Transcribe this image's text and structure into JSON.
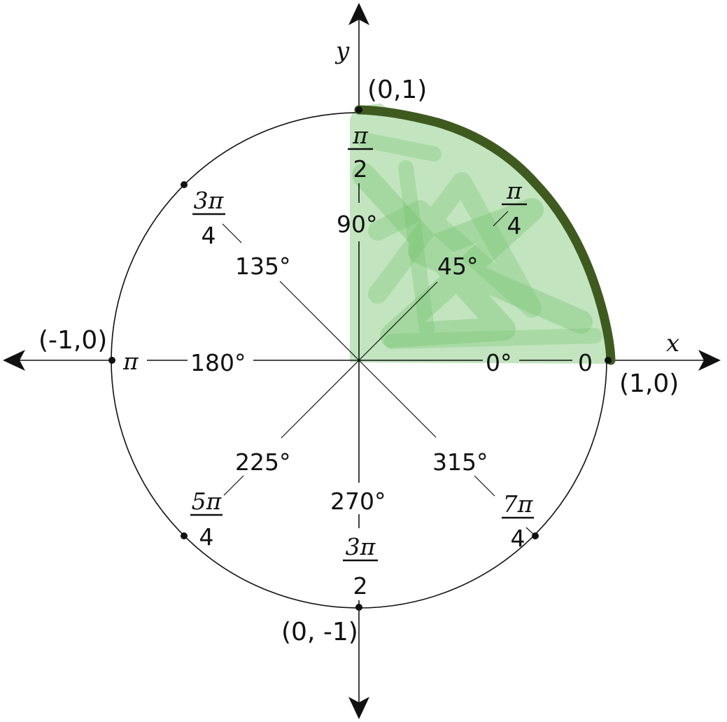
{
  "diagram": {
    "axes": {
      "x_label": "x",
      "y_label": "y"
    },
    "points": {
      "top": "(0,1)",
      "right": "(1,0)",
      "left": "(-1,0)",
      "bottom": "(0, -1)"
    },
    "degrees": {
      "d0": "0°",
      "d45": "45°",
      "d90": "90°",
      "d135": "135°",
      "d180": "180°",
      "d225": "225°",
      "d270": "270°",
      "d315": "315°"
    },
    "radians": {
      "r0": "0",
      "r180": "π",
      "r45": {
        "num": "π",
        "den": "4"
      },
      "r90": {
        "num": "π",
        "den": "2"
      },
      "r135": {
        "num": "3π",
        "den": "4"
      },
      "r225": {
        "num": "5π",
        "den": "4"
      },
      "r270": {
        "num": "3π",
        "den": "2"
      },
      "r315": {
        "num": "7π",
        "den": "4"
      }
    },
    "highlight": {
      "fill_color": "#8fd08a",
      "arc_color": "#3f5a1f",
      "from_angle_deg": 0,
      "to_angle_deg": 90
    }
  }
}
